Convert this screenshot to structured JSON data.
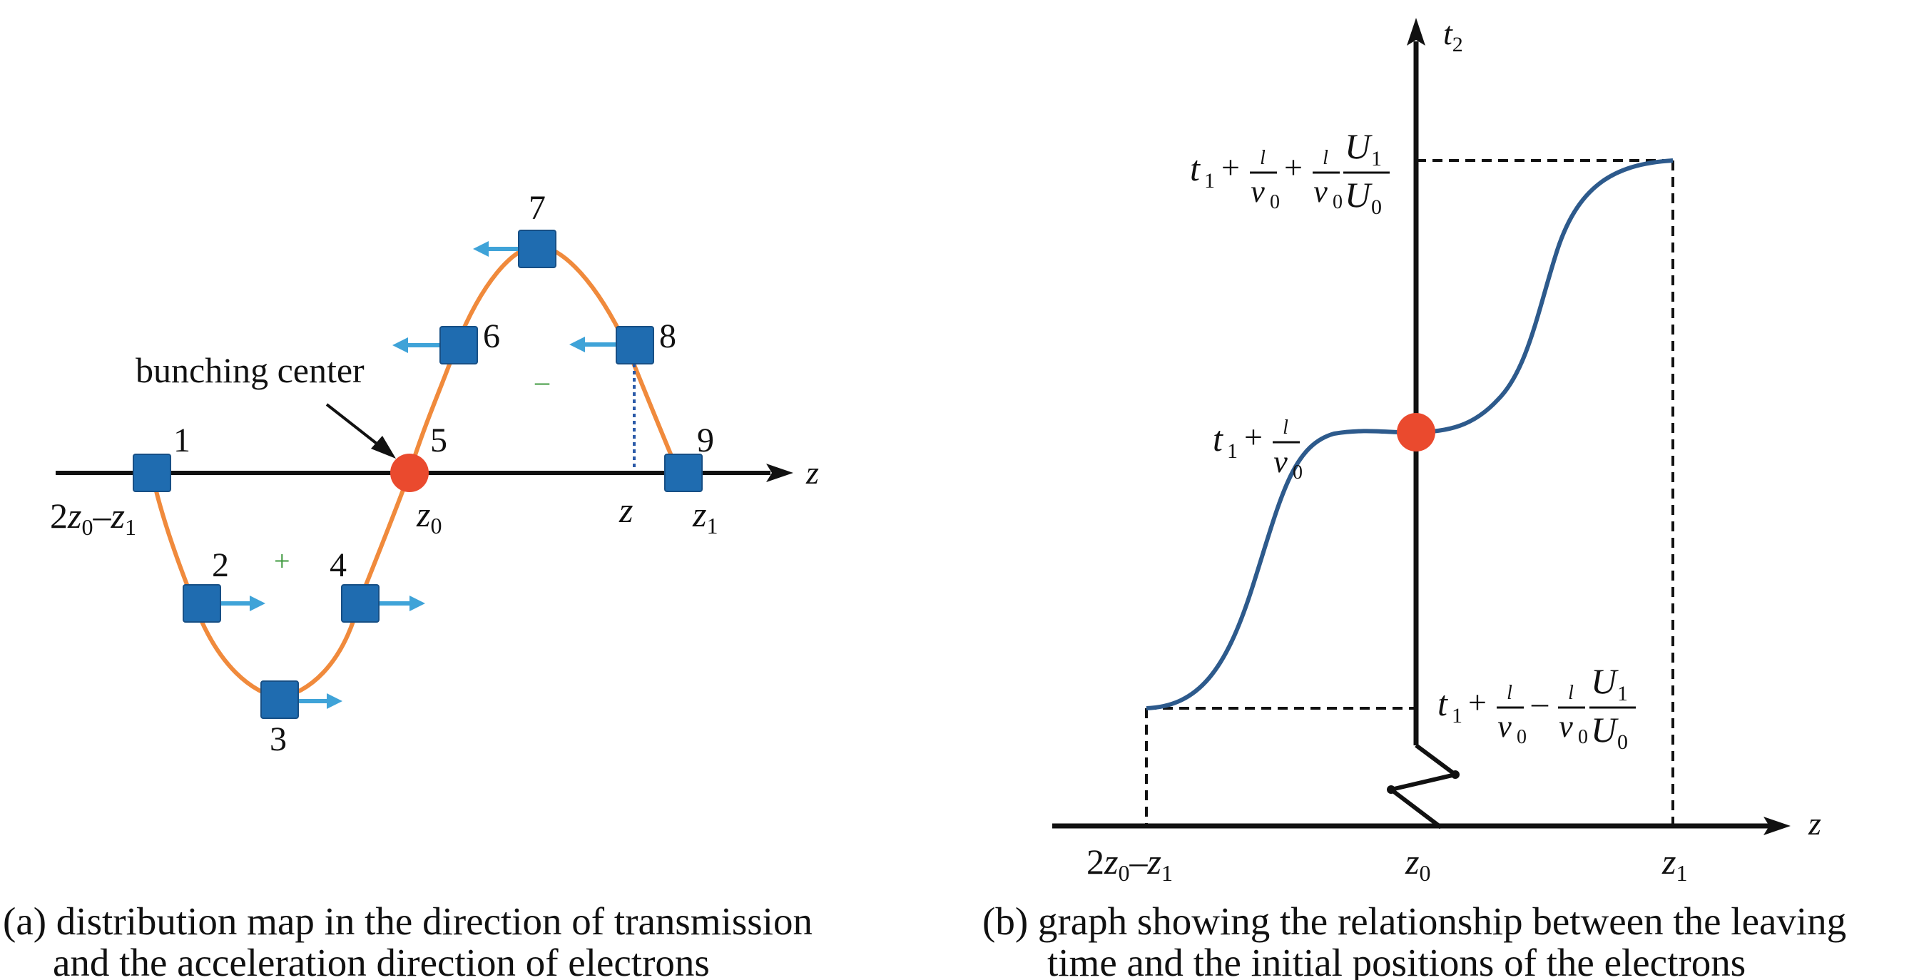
{
  "panel_a": {
    "bunching_label": "bunching center",
    "num_labels": [
      "1",
      "2",
      "3",
      "4",
      "5",
      "6",
      "7",
      "8",
      "9"
    ],
    "plus_sign": "+",
    "minus_sign": "–",
    "axis_var": "z",
    "z0_base": "z",
    "z0_sub": "0",
    "z_mark": "z",
    "z1_base": "z",
    "z1_sub": "1",
    "left_mark": {
      "a": "2",
      "b": "z",
      "c": "0",
      "d": "–",
      "e": "z",
      "f": "1"
    },
    "caption_line1": "(a) distribution map in the direction of transmission",
    "caption_line2": "and the acceleration direction of electrons"
  },
  "panel_b": {
    "axis_t_base": "t",
    "axis_t_sub": "2",
    "axis_z": "z",
    "x_labels": {
      "left": {
        "a": "2",
        "b": "z",
        "c": "0",
        "d": "–",
        "e": "z",
        "f": "1"
      },
      "mid_base": "z",
      "mid_sub": "0",
      "right_base": "z",
      "right_sub": "1"
    },
    "y_top": {
      "t": "t",
      "ts": "1",
      "p1": "+",
      "l1": "l",
      "v1": "v",
      "v1s": "0",
      "p2": "+",
      "l2": "l",
      "v2": "v",
      "v2s": "0",
      "U1": "U",
      "U1s": "1",
      "U0": "U",
      "U0s": "0"
    },
    "y_mid": {
      "t": "t",
      "ts": "1",
      "p1": "+",
      "l1": "l",
      "v1": "v",
      "v1s": "0"
    },
    "y_bot": {
      "t": "t",
      "ts": "1",
      "p1": "+",
      "l1": "l",
      "v1": "v",
      "v1s": "0",
      "m": "–",
      "l2": "l",
      "v2": "v",
      "v2s": "0",
      "U1": "U",
      "U1s": "1",
      "U0": "U",
      "U0s": "0"
    },
    "caption_line1": "(b) graph showing the relationship between the leaving",
    "caption_line2": "time and the initial positions of the electrons"
  },
  "colors": {
    "electron_box": "#1f6cb0",
    "wave": "#f08a3c",
    "arrow": "#3fa3d8",
    "bunch_dot": "#ea4a2e",
    "curve": "#2d5a8c",
    "sign": "#3f9a3f"
  }
}
